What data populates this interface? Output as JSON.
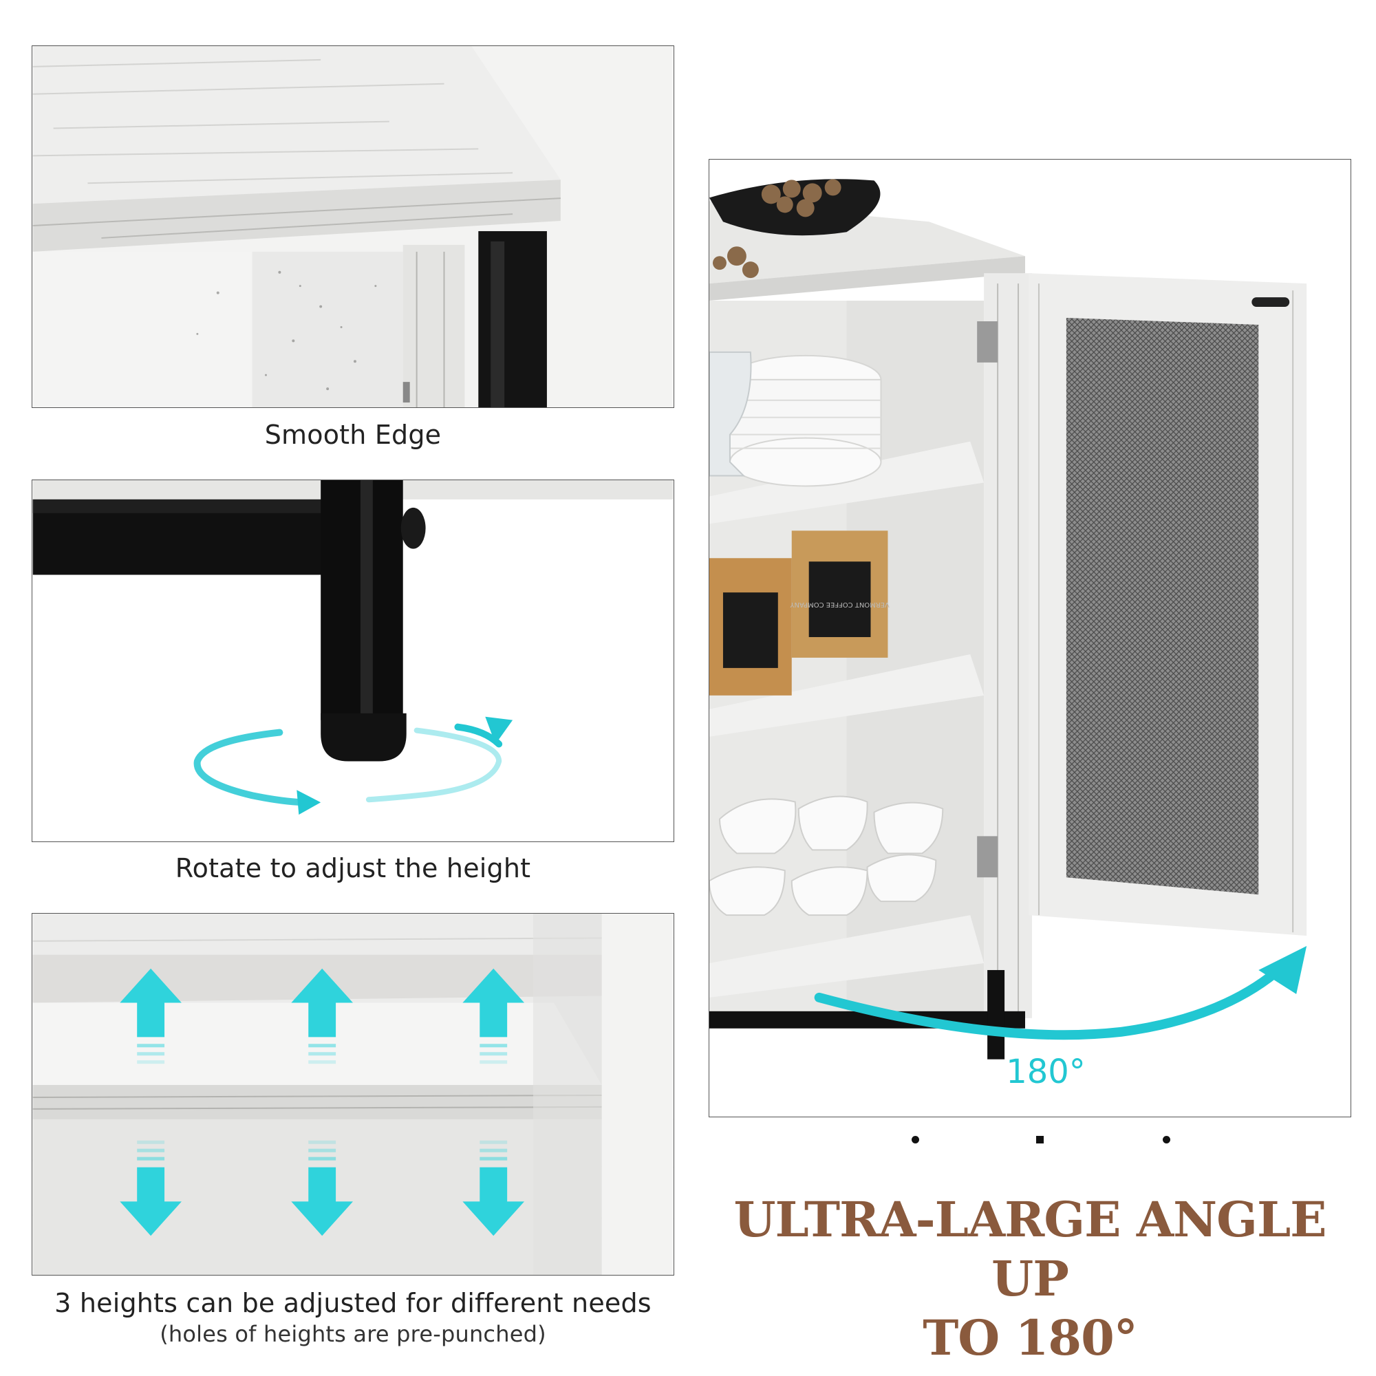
{
  "panels": {
    "edge": {
      "caption": "Smooth Edge"
    },
    "foot": {
      "caption": "Rotate to adjust the height"
    },
    "shelf": {
      "caption": "3 heights can be adjusted for different needs",
      "subcaption": "(holes of heights are pre-punched)"
    },
    "door": {
      "angle_label": "180°"
    }
  },
  "coffee_bag_text": "VERMONT COFFEE COMPANY",
  "headline": {
    "line1": "ULTRA-LARGE ANGLE UP",
    "line2": "TO 180°"
  },
  "colors": {
    "accent_cyan": "#22c7d2",
    "headline_brown": "#8a5a3d",
    "wood_white": "#efefee",
    "frame_black": "#111111"
  },
  "icons": [
    "rotate-arrows-icon",
    "up-arrow-icon",
    "down-arrow-icon",
    "swing-arrow-icon"
  ]
}
